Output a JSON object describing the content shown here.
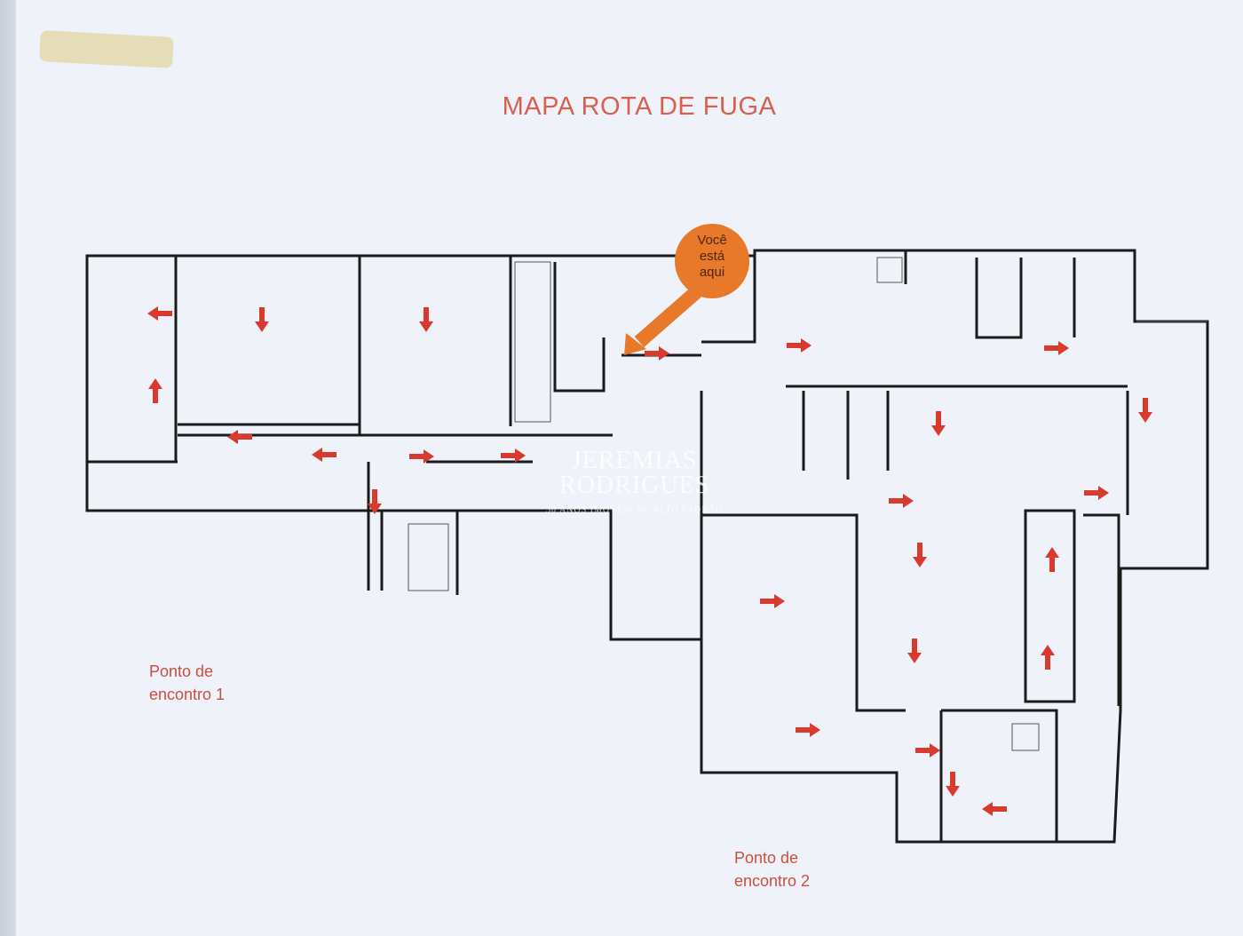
{
  "title": "MAPA ROTA DE FUGA",
  "you_are_here": {
    "line1": "Você",
    "line2": "está",
    "line3": "aqui"
  },
  "meeting_point_1": {
    "line1": "Ponto de",
    "line2": "encontro 1"
  },
  "meeting_point_2": {
    "line1": "Ponto de",
    "line2": "encontro 2"
  },
  "watermark": {
    "name1": "JEREMIAS",
    "name2": "RODRIGUES",
    "tagline": "30 ANOS IMÓVEIS DE ALTO PADRÃO"
  },
  "colors": {
    "title": "#d9604f",
    "arrow": "#d93a2e",
    "marker": "#e8782a",
    "wall": "#1b1b1b"
  }
}
